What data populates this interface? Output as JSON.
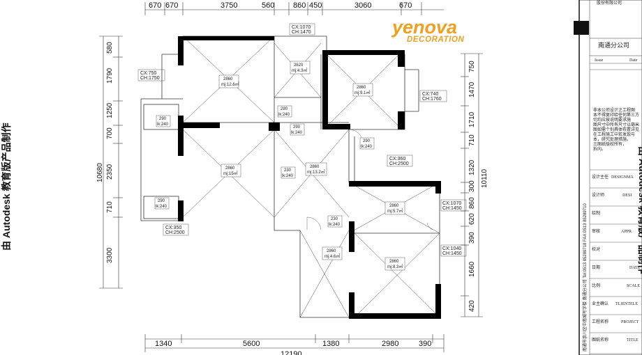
{
  "logo": {
    "name": "yenova",
    "tagline": "DECORATION"
  },
  "top_dims": [
    "670",
    "670",
    "3750",
    "560",
    "860",
    "450",
    "3060",
    "670"
  ],
  "bottom_dims": [
    "1340",
    "5600",
    "1380",
    "2980",
    "390"
  ],
  "bottom_total": "12190",
  "left_dims": [
    "580",
    "1790",
    "1250",
    "700",
    "2350",
    "710",
    "3300"
  ],
  "left_total": "10680",
  "right_dims": [
    "750",
    "1470",
    "1710",
    "710",
    "1320",
    "300",
    "860",
    "620",
    "390",
    "1660",
    "420"
  ],
  "right_total": "10110",
  "openings": [
    {
      "cx": "CX:1070",
      "ch": "CH:1470"
    },
    {
      "cx": "CX:750",
      "ch": "CH:1750"
    },
    {
      "cx": "CX:740",
      "ch": "CH:1760"
    },
    {
      "cx": "CX:360",
      "ch": "CH:2500"
    },
    {
      "cx": "CX:1070",
      "ch": "CH:1450"
    },
    {
      "cx": "CX:1040",
      "ch": "CH:1450"
    },
    {
      "cx": "CX:350",
      "ch": "CH:2500"
    }
  ],
  "rooms": [
    {
      "h": "2860",
      "area": "mj:12.6㎡"
    },
    {
      "h": "2620",
      "area": "mj:4.3㎡"
    },
    {
      "h": "2860",
      "area": "mj:9.1㎡"
    },
    {
      "h": "2860",
      "area": "mj:15㎡"
    },
    {
      "h": "2860",
      "area": "mj:13.2㎡"
    },
    {
      "h": "2860",
      "area": "mj:5.7㎡"
    },
    {
      "h": "2860",
      "area": "mj:4.6㎡"
    },
    {
      "h": "2860",
      "area": "mj:8.3㎡"
    }
  ],
  "ceiling_tags": [
    {
      "h": "290",
      "lk": "lk:240"
    },
    {
      "h": "290",
      "lk": "lk:240"
    },
    {
      "h": "290",
      "lk": "lk:240"
    },
    {
      "h": "290",
      "lk": "lk:240"
    },
    {
      "h": "230",
      "lk": "lk:240"
    },
    {
      "h": "230",
      "lk": "lk:240"
    },
    {
      "h": "290",
      "lk": "lk:240"
    }
  ],
  "watermark": "由 Autodesk 教育版产品制作",
  "title_block": {
    "company_top": "股份有限公司",
    "branch": "南通分公司",
    "issue": "Issue",
    "date": "Date",
    "notes": [
      "非本公司设计之工程图",
      "本不得复印给任何第三方",
      "切均应按说明要求施",
      "图尺寸中所有尺寸以毫米",
      "图如需个别具体布置详见",
      "在工程施工中若发现与",
      "本，研究处理措施。",
      "三图纸版权所有，",
      "拆向。"
    ],
    "vertical_addr": "南通市崇川区中南城写字楼 南通分公司 Tel:0513 85289718 FAX:0513 85289710",
    "rows": [
      {
        "cn": "设计主任",
        "en": "DESIGNMA"
      },
      {
        "cn": "设计师",
        "en": "DESI"
      },
      {
        "cn": "绘制",
        "en": ""
      },
      {
        "cn": "审核",
        "en": "APPR"
      },
      {
        "cn": "校对",
        "en": ""
      },
      {
        "cn": "日期",
        "en": "DATE"
      },
      {
        "cn": "比例",
        "en": "SCALE"
      },
      {
        "cn": "业主确认",
        "en": "TLIENTELE"
      },
      {
        "cn": "工程名称",
        "en": "PROJECT"
      },
      {
        "cn": "图纸名称",
        "en": "TITLE"
      }
    ]
  }
}
